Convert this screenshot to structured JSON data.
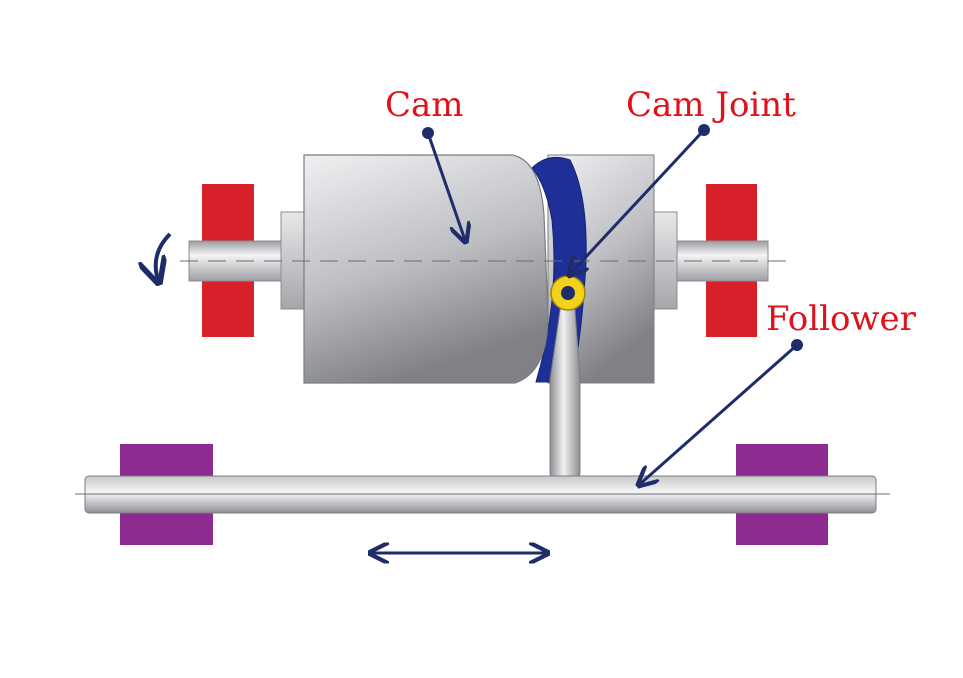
{
  "labels": {
    "cam": "Cam",
    "cam_joint": "Cam Joint",
    "follower": "Follower"
  },
  "colors": {
    "label_text": "#e0111b",
    "arrow": "#1e2d69",
    "bearing_red": "#d8202a",
    "bearing_purple": "#8e2b91",
    "groove_blue": "#1f2f98",
    "pin_yellow": "#f4d11b",
    "metal_light": "#e6e6e8",
    "metal_dark": "#8a8c90"
  }
}
